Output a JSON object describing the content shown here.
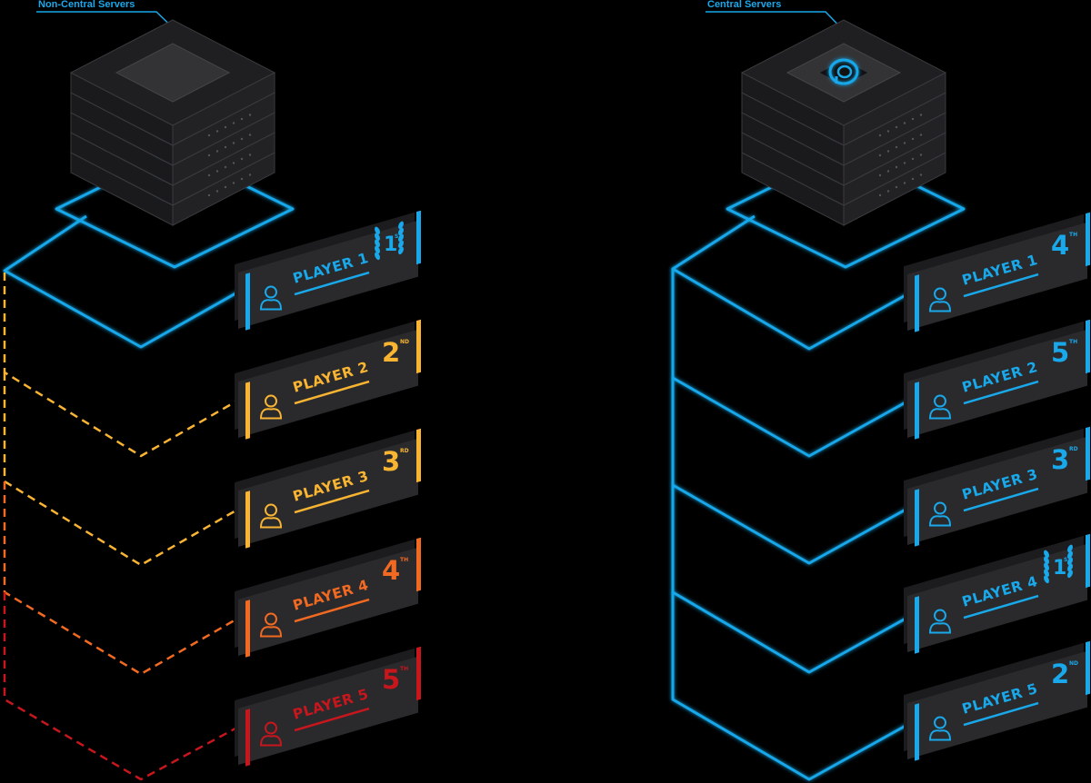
{
  "panels": [
    {
      "id": "non-central",
      "callout": "Non-Central Servers",
      "server_type": "generic",
      "players": [
        {
          "label": "PLAYER 1",
          "rank": "1",
          "rank_suffix": "ST",
          "laurel": true,
          "color": "#19a8ea",
          "link": "solid"
        },
        {
          "label": "PLAYER 2",
          "rank": "2",
          "rank_suffix": "ND",
          "laurel": false,
          "color": "#f9b432",
          "link": "dashed"
        },
        {
          "label": "PLAYER 3",
          "rank": "3",
          "rank_suffix": "RD",
          "laurel": false,
          "color": "#f9b432",
          "link": "dashed"
        },
        {
          "label": "PLAYER 4",
          "rank": "4",
          "rank_suffix": "TH",
          "laurel": false,
          "color": "#f26a21",
          "link": "dashed"
        },
        {
          "label": "PLAYER 5",
          "rank": "5",
          "rank_suffix": "TH",
          "laurel": false,
          "color": "#c8161d",
          "link": "dashed"
        }
      ]
    },
    {
      "id": "central",
      "callout": "Central Servers",
      "server_type": "branded",
      "players": [
        {
          "label": "PLAYER 1",
          "rank": "4",
          "rank_suffix": "TH",
          "laurel": false,
          "color": "#19a8ea",
          "link": "solid"
        },
        {
          "label": "PLAYER 2",
          "rank": "5",
          "rank_suffix": "TH",
          "laurel": false,
          "color": "#19a8ea",
          "link": "solid"
        },
        {
          "label": "PLAYER 3",
          "rank": "3",
          "rank_suffix": "RD",
          "laurel": false,
          "color": "#19a8ea",
          "link": "solid"
        },
        {
          "label": "PLAYER 4",
          "rank": "1",
          "rank_suffix": "ST",
          "laurel": true,
          "color": "#19a8ea",
          "link": "solid"
        },
        {
          "label": "PLAYER 5",
          "rank": "2",
          "rank_suffix": "ND",
          "laurel": false,
          "color": "#19a8ea",
          "link": "solid"
        }
      ]
    }
  ],
  "colors": {
    "background": "#000000",
    "accent_blue": "#19a8ea",
    "card_bg": "#2a2a2d",
    "server_dark": "#1f1f21",
    "server_light": "#333336"
  },
  "icons": [
    "user-icon",
    "laurel-wreath-icon",
    "server-stack-icon",
    "brand-logo-icon"
  ]
}
